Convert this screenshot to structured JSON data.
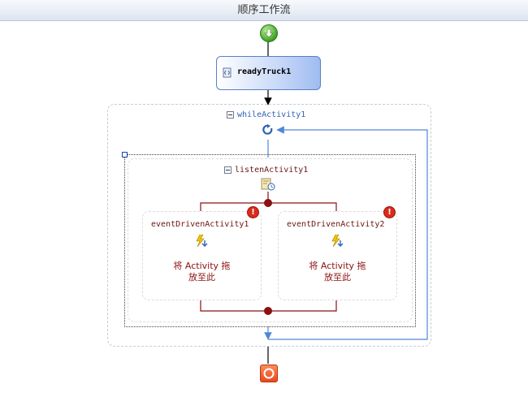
{
  "header": {
    "title": "顺序工作流"
  },
  "workflow": {
    "start": {
      "icon": "start-arrow-icon"
    },
    "activity": {
      "label": "readyTruck1",
      "icon": "code-activity-icon"
    },
    "while": {
      "label": "whileActivity1",
      "icon": "loop-icon"
    },
    "listen": {
      "label": "listenActivity1",
      "icon": "listen-icon"
    },
    "branches": [
      {
        "label": "eventDrivenActivity1",
        "drop_line1": "将 Activity 拖",
        "drop_line2": "放至此",
        "error": "!"
      },
      {
        "label": "eventDrivenActivity2",
        "drop_line1": "将 Activity 拖",
        "drop_line2": "放至此",
        "error": "!"
      }
    ],
    "end": {
      "icon": "stop-icon"
    }
  },
  "colors": {
    "arrow_black": "#000000",
    "arrow_blue": "#4f86d9",
    "arrow_red": "#8b1010",
    "header_bg": "#dde5f1",
    "activity_fill": "#9fbcf0"
  }
}
